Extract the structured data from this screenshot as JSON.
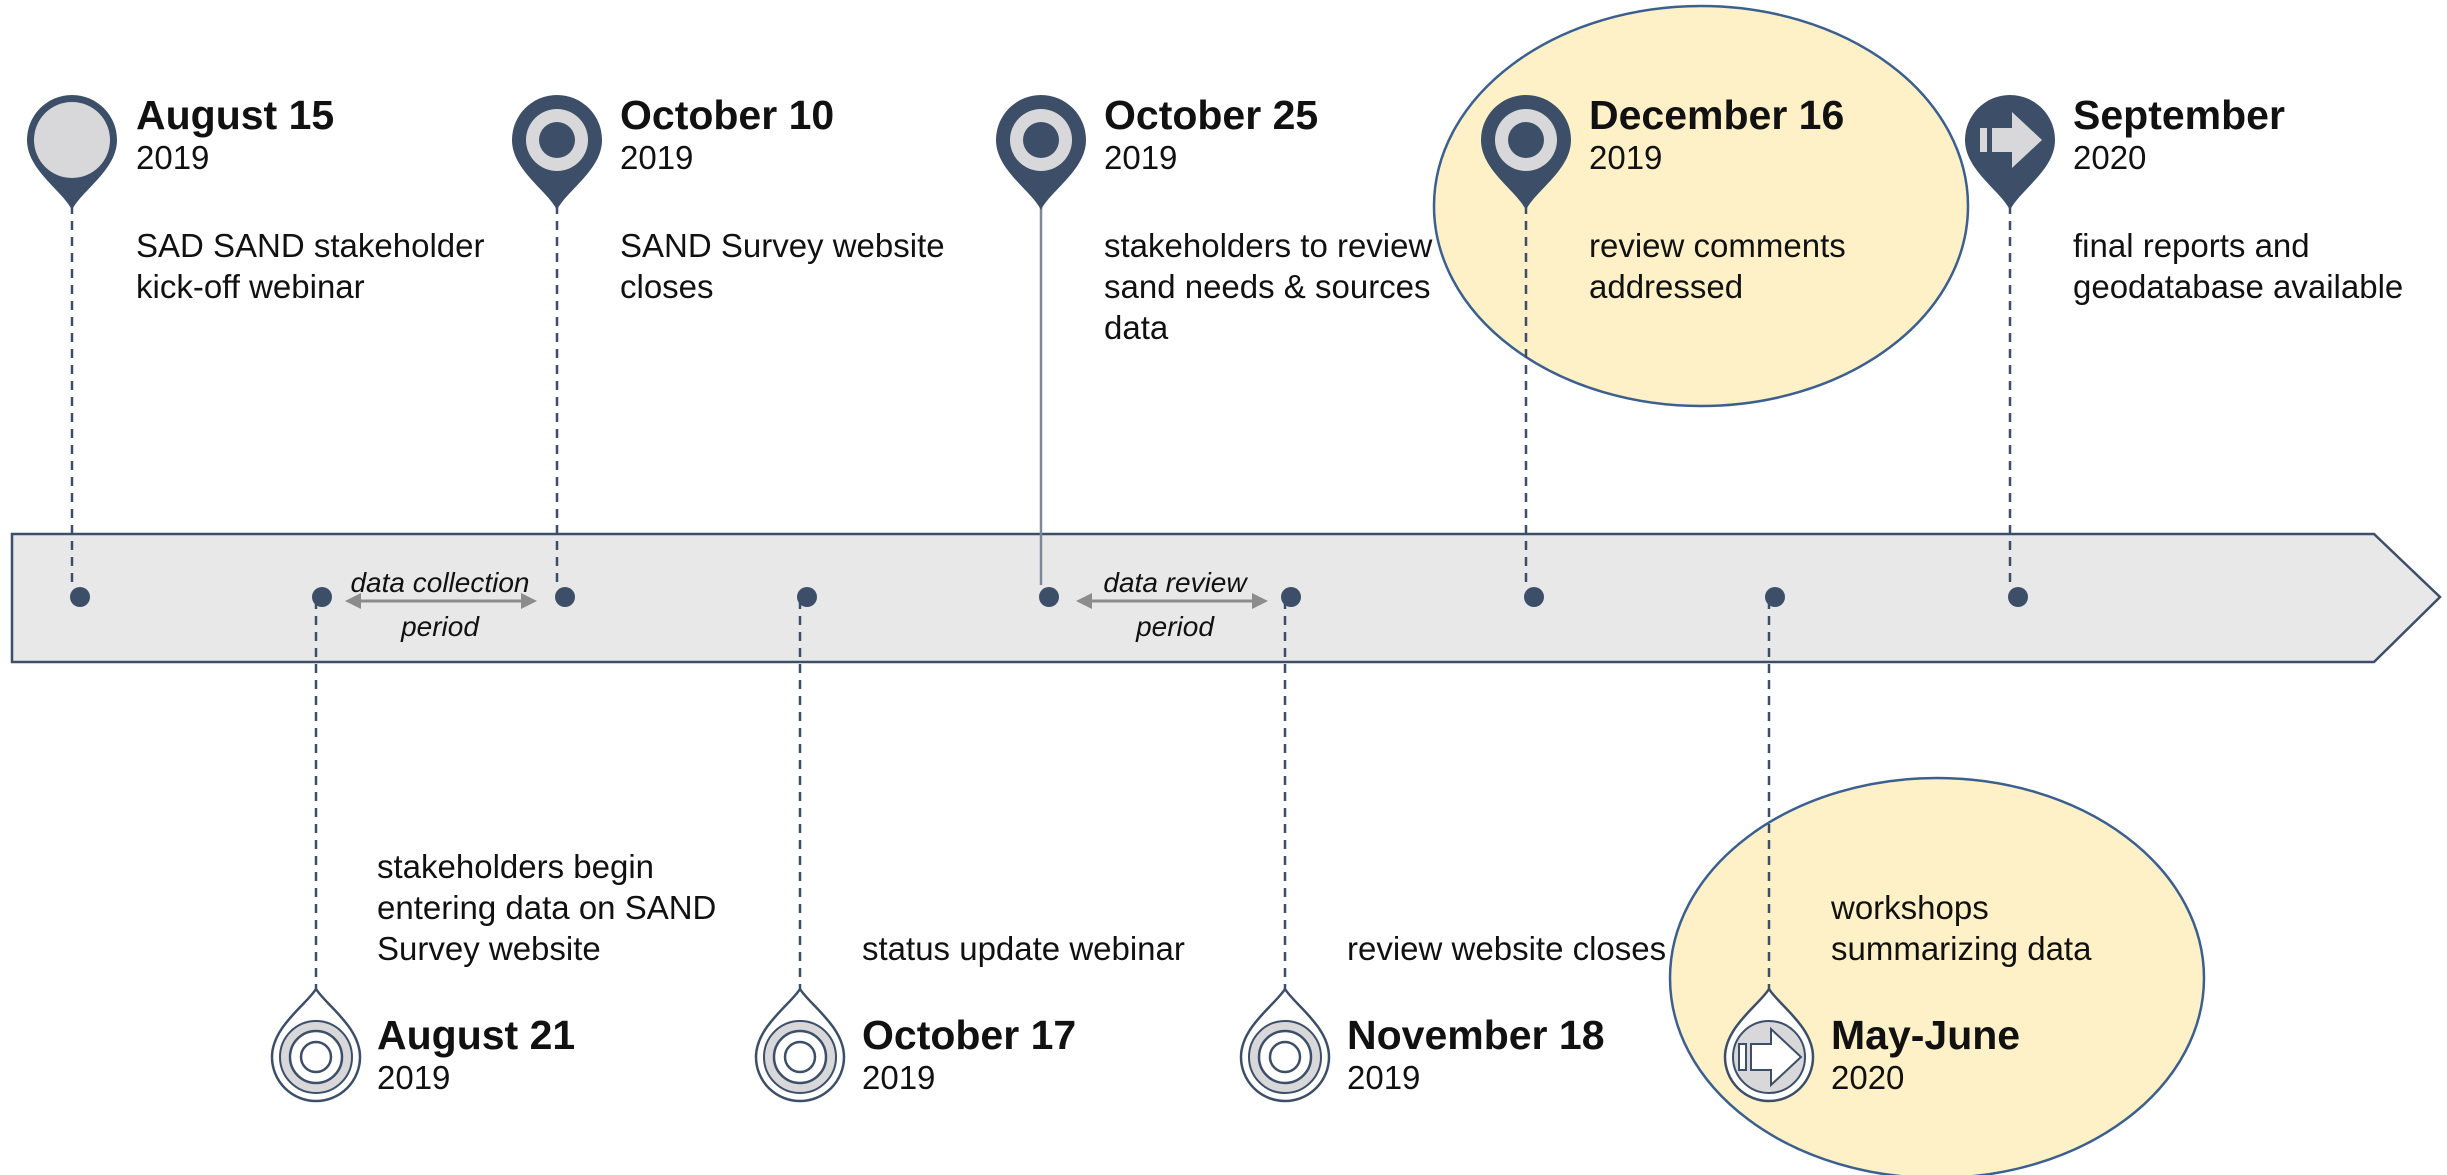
{
  "colors": {
    "marker": "#3D4F68",
    "marker_light": "#D8D8DA",
    "band_fill": "#E8E8E8",
    "band_stroke": "#3D4F68",
    "highlight_fill": "#FEF0C7",
    "highlight_stroke": "#3B5F8F",
    "period_arrow": "#8C8C8C"
  },
  "top_events": [
    {
      "date": "August 15",
      "year": "2019",
      "description": "SAD SAND stakeholder kick-off webinar",
      "icon": "map-pin-solid-icon",
      "highlighted": false
    },
    {
      "date": "October 10",
      "year": "2019",
      "description": "SAND Survey website closes",
      "icon": "map-pin-ring-icon",
      "highlighted": false
    },
    {
      "date": "October 25",
      "year": "2019",
      "description": "stakeholders to review sand needs & sources data",
      "icon": "map-pin-ring-icon",
      "highlighted": false
    },
    {
      "date": "December 16",
      "year": "2019",
      "description": "review comments addressed",
      "icon": "map-pin-ring-icon",
      "highlighted": true
    },
    {
      "date": "September",
      "year": "2020",
      "description": "final reports and geodatabase available",
      "icon": "map-pin-arrow-icon",
      "highlighted": false
    }
  ],
  "bottom_events": [
    {
      "date": "August 21",
      "year": "2019",
      "description": "stakeholders begin entering data on SAND Survey website",
      "icon": "drop-pin-ring-icon",
      "highlighted": false
    },
    {
      "date": "October 17",
      "year": "2019",
      "description": "status update webinar",
      "icon": "drop-pin-ring-icon",
      "highlighted": false
    },
    {
      "date": "November 18",
      "year": "2019",
      "description": "review website closes",
      "icon": "drop-pin-ring-icon",
      "highlighted": false
    },
    {
      "date": "May-June",
      "year": "2020",
      "description": "workshops summarizing data",
      "icon": "drop-pin-arrow-icon",
      "highlighted": true
    }
  ],
  "periods": [
    {
      "label": "data collection period"
    },
    {
      "label": "data review period"
    }
  ]
}
